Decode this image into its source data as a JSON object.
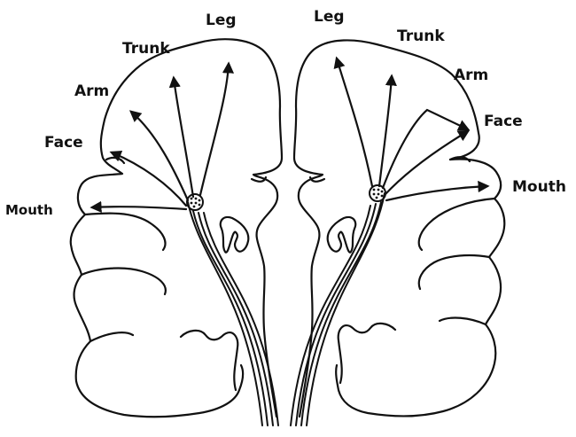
{
  "labels": {
    "left": {
      "leg": "Leg",
      "trunk": "Trunk",
      "arm": "Arm",
      "face": "Face",
      "mouth": "Mouth"
    },
    "right": {
      "leg": "Leg",
      "trunk": "Trunk",
      "arm": "Arm",
      "face": "Face",
      "mouth": "Mouth"
    }
  },
  "colors": {
    "line": "#111111",
    "background": "#ffffff"
  }
}
